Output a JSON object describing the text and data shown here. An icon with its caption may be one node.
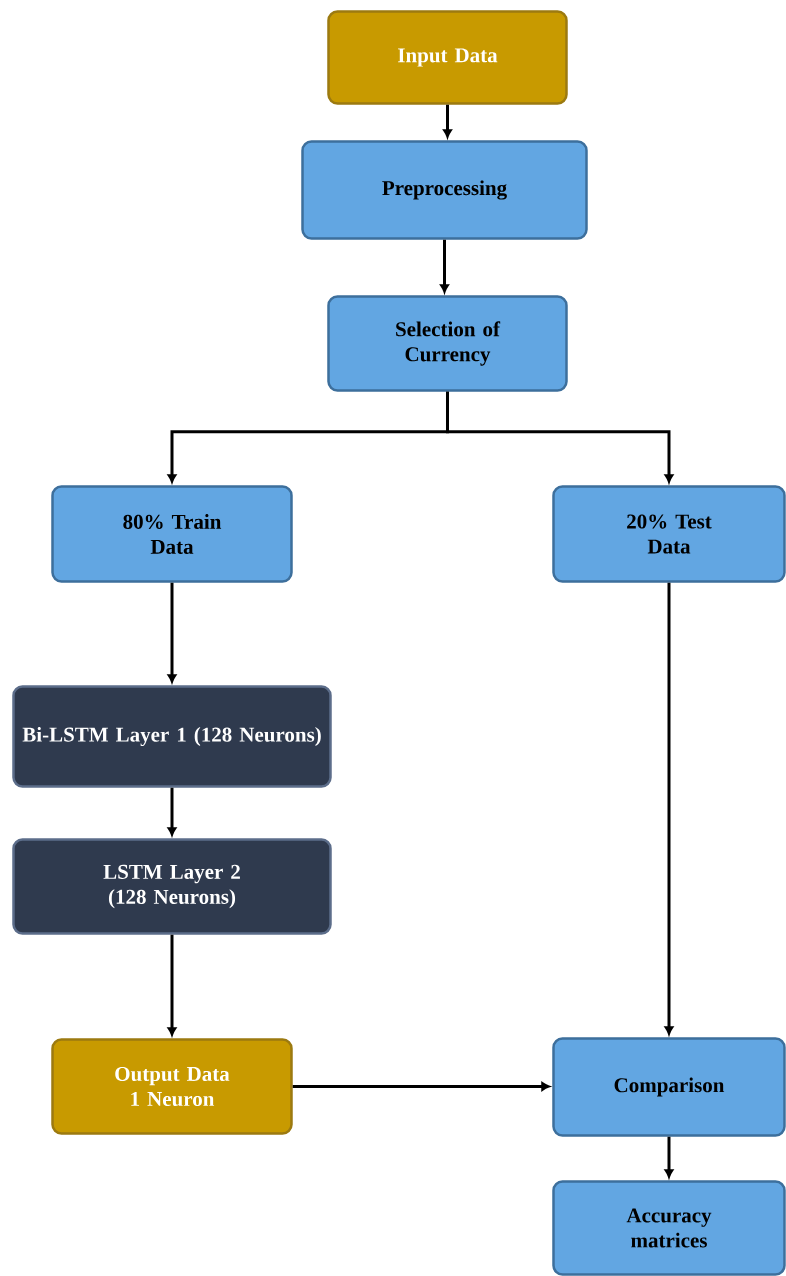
{
  "diagram": {
    "nodes": [
      {
        "text": [
          "Input Data"
        ]
      },
      {
        "text": [
          "Preprocessing"
        ]
      },
      {
        "text": [
          "Selection of Currency"
        ]
      },
      {
        "text": [
          "80% Train Data"
        ]
      },
      {
        "text": [
          "20% Test Data"
        ]
      },
      {
        "text": [
          "Bi-LSTM Layer 1 (128 Neurons)"
        ]
      },
      {
        "text": [
          "LSTM Layer 2 (128 Neurons)"
        ]
      },
      {
        "text": [
          "Output Data 1 Neuron"
        ]
      },
      {
        "text": [
          "Comparison"
        ]
      },
      {
        "text": [
          "Accuracy matrices"
        ]
      }
    ],
    "edges": [
      {
        "from": 0,
        "to": 1,
        "arrow": "to"
      },
      {
        "from": 1,
        "to": 2,
        "arrow": "to"
      },
      {
        "from": 2,
        "to": 3,
        "arrow": "to"
      },
      {
        "from": 2,
        "to": 4,
        "arrow": "to"
      },
      {
        "from": 3,
        "to": 5,
        "arrow": "to"
      },
      {
        "from": 5,
        "to": 6,
        "arrow": "to"
      },
      {
        "from": 6,
        "to": 7,
        "arrow": "to"
      },
      {
        "from": 4,
        "to": 8,
        "arrow": "to"
      },
      {
        "from": 7,
        "to": 8,
        "arrow": "to"
      },
      {
        "from": 8,
        "to": 9,
        "arrow": "to"
      }
    ]
  }
}
